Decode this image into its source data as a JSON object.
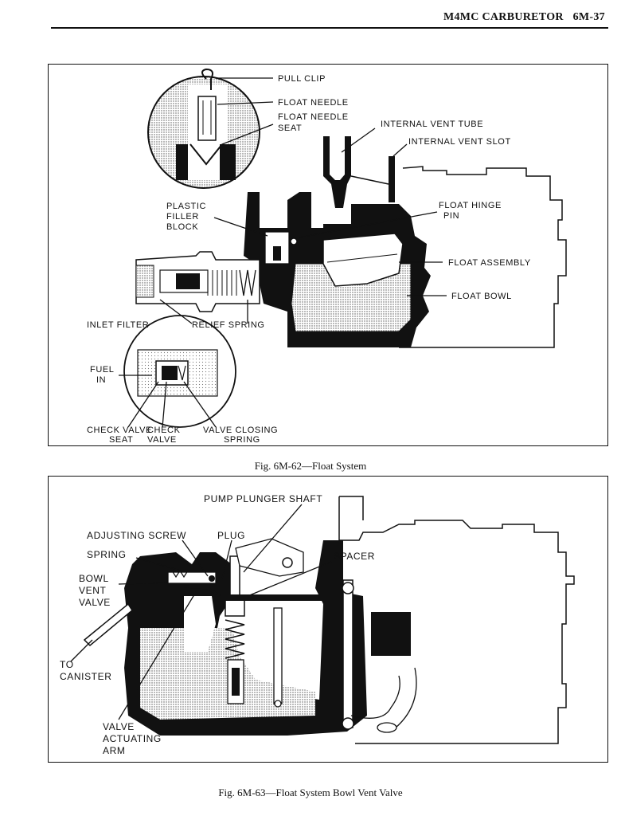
{
  "header": {
    "title": "M4MC CARBURETOR",
    "page": "6M-37"
  },
  "figure1": {
    "caption": "Fig. 6M-62—Float System",
    "labels": {
      "pull_clip": "PULL CLIP",
      "float_needle": "FLOAT NEEDLE",
      "float_needle_seat_1": "FLOAT NEEDLE",
      "float_needle_seat_2": "SEAT",
      "internal_vent_tube": "INTERNAL VENT TUBE",
      "internal_vent_slot": "INTERNAL VENT SLOT",
      "plastic_filler_block_1": "PLASTIC",
      "plastic_filler_block_2": "FILLER",
      "plastic_filler_block_3": "BLOCK",
      "float_hinge_pin_1": "FLOAT HINGE",
      "float_hinge_pin_2": "PIN",
      "float_assembly": "FLOAT ASSEMBLY",
      "float_bowl": "FLOAT BOWL",
      "inlet_filter": "INLET FILTER",
      "relief_spring": "RELIEF SPRING",
      "fuel_in_1": "FUEL",
      "fuel_in_2": "IN",
      "check_valve_seat_1": "CHECK VALVE",
      "check_valve_seat_2": "SEAT",
      "check_valve_1": "CHECK",
      "check_valve_2": "VALVE",
      "valve_closing_spring_1": "VALVE CLOSING",
      "valve_closing_spring_2": "SPRING"
    }
  },
  "figure2": {
    "caption": "Fig. 6M-63—Float System Bowl Vent Valve",
    "labels": {
      "pump_plunger_shaft": "PUMP PLUNGER SHAFT",
      "adjusting_screw": "ADJUSTING SCREW",
      "plug": "PLUG",
      "spring": "SPRING",
      "spacer": "SPACER",
      "bowl_vent_valve_1": "BOWL",
      "bowl_vent_valve_2": "VENT",
      "bowl_vent_valve_3": "VALVE",
      "to_canister_1": "TO",
      "to_canister_2": "CANISTER",
      "valve_actuating_arm_1": "VALVE",
      "valve_actuating_arm_2": "ACTUATING",
      "valve_actuating_arm_3": "ARM"
    }
  }
}
